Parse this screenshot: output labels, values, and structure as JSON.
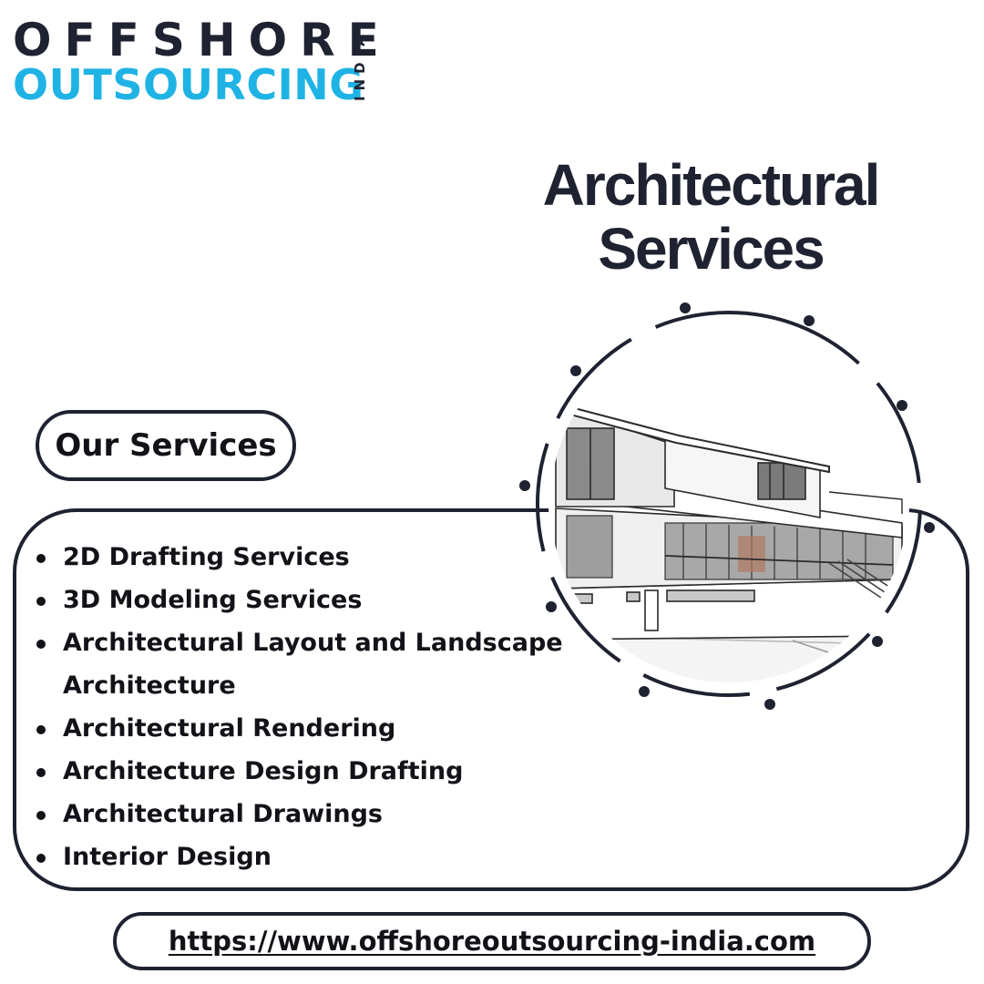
{
  "logo": {
    "line1": "OFFSHORE",
    "line2": "OUTSOURCING",
    "side": "INDIA",
    "brand_dark": "#1f2230",
    "brand_blue": "#1fb3e5"
  },
  "headline": {
    "line1": "Architectural",
    "line2": "Services"
  },
  "services": {
    "heading": "Our Services",
    "items": [
      "2D Drafting Services",
      "3D Modeling Services",
      "Architectural Layout and Landscape Architecture",
      "Architectural Rendering",
      "Architecture Design Drafting",
      "Architectural Drawings",
      "Interior Design"
    ]
  },
  "hero": {
    "icon": "modern-house-sketch-image"
  },
  "footer": {
    "url": "https://www.offshoreoutsourcing-india.com"
  }
}
